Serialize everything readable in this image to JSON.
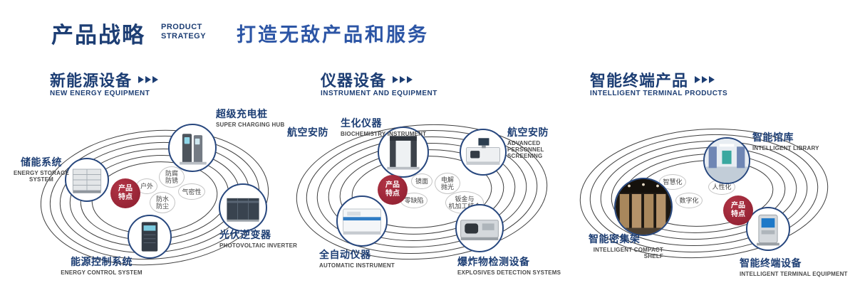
{
  "header": {
    "title": "产品战略",
    "en_line1": "PRODUCT",
    "en_line2": "STRATEGY",
    "slogan": "打造无敌产品和服务"
  },
  "sections": [
    {
      "title": "新能源设备",
      "subtitle": "NEW ENERGY EQUIPMENT",
      "center": "产品\n特点",
      "tags": [
        "户外",
        "防腐\n防锈",
        "气密性",
        "防水\n防尘"
      ],
      "products": [
        {
          "name": "超级充电桩",
          "en": "SUPER CHARGING HUB"
        },
        {
          "name": "储能系统",
          "en": "ENERGY STORAGE SYSTEM"
        },
        {
          "name": "光伏逆变器",
          "en": "PHOTOVOLTAIC INVERTER"
        },
        {
          "name": "能源控制系统",
          "en": "ENERGY CONTROL SYSTEM"
        }
      ]
    },
    {
      "title": "仪器设备",
      "subtitle": "INSTRUMENT AND EQUIPMENT",
      "center": "产品\n特点",
      "tags": [
        "镜面",
        "电解\n抛光",
        "零缺陷",
        "钣金与\n机加工结合"
      ],
      "products": [
        {
          "name": "航空安防",
          "en": ""
        },
        {
          "name": "生化仪器",
          "en": "BIOCHEMISTRY INSTRUMENT"
        },
        {
          "name": "航空安防",
          "en": "ADVANCED PERSONNEL SCREENING"
        },
        {
          "name": "全自动仪器",
          "en": "AUTOMATIC INSTRUMENT"
        },
        {
          "name": "爆炸物检测设备",
          "en": "EXPLOSIVES DETECTION SYSTEMS"
        }
      ]
    },
    {
      "title": "智能终端产品",
      "subtitle": "INTELLIGENT TERMINAL PRODUCTS",
      "center": "产品\n特点",
      "tags": [
        "智慧化",
        "人性化",
        "数字化"
      ],
      "products": [
        {
          "name": "智能馆库",
          "en": "INTELLIGENT LIBRARY"
        },
        {
          "name": "智能密集架",
          "en": "INTELLIGENT COMPACT SHELF"
        },
        {
          "name": "智能终端设备",
          "en": "INTELLIGENT TERMINAL EQUIPMENT"
        }
      ]
    }
  ],
  "colors": {
    "navy": "#1d3e74",
    "blue": "#2c55a5",
    "accent_red": "#9e2335",
    "ring_gray": "#3f3f3f"
  }
}
